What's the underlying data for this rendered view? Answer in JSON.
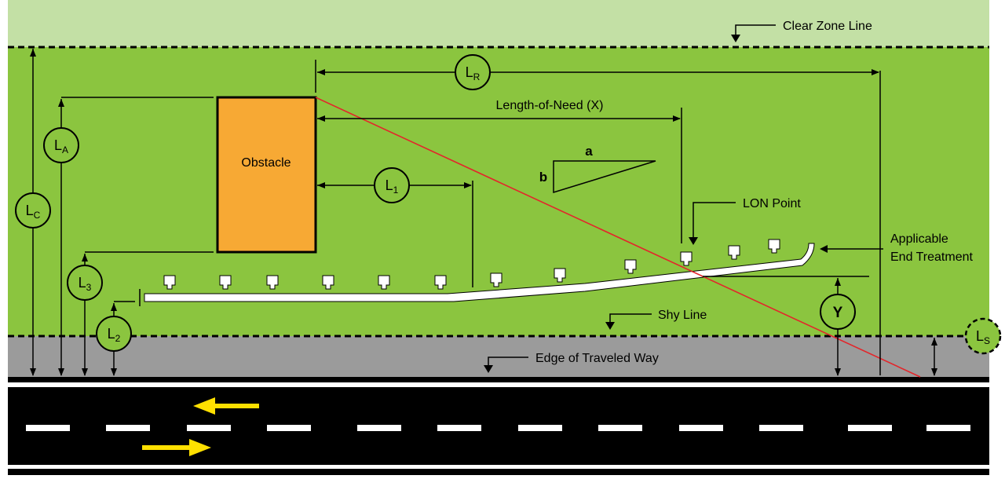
{
  "colors": {
    "clear_zone": "#c3e0a5",
    "grass": "#8bc53f",
    "shoulder": "#9b9b9b",
    "road": "#000000",
    "obstacle": "#f7a934",
    "arrow_yellow": "#ffe000",
    "runout_line": "#e3262b",
    "line": "#000000",
    "barrier": "#ffffff"
  },
  "labels": {
    "clear_zone_line": "Clear Zone Line",
    "obstacle": "Obstacle",
    "length_of_need": "Length-of-Need (X)",
    "lon_point": "LON Point",
    "end_treatment_line1": "Applicable",
    "end_treatment_line2": "End Treatment",
    "shy_line": "Shy Line",
    "edge_of_traveled_way": "Edge of Traveled Way",
    "flare_a": "a",
    "flare_b": "b"
  },
  "dimensions": {
    "lr": {
      "main": "L",
      "sub": "R"
    },
    "la": {
      "main": "L",
      "sub": "A"
    },
    "lc": {
      "main": "L",
      "sub": "C"
    },
    "l1": {
      "main": "L",
      "sub": "1"
    },
    "l3": {
      "main": "L",
      "sub": "3"
    },
    "l2": {
      "main": "L",
      "sub": "2"
    },
    "ls": {
      "main": "L",
      "sub": "S"
    },
    "y": {
      "main": "Y",
      "sub": ""
    }
  }
}
